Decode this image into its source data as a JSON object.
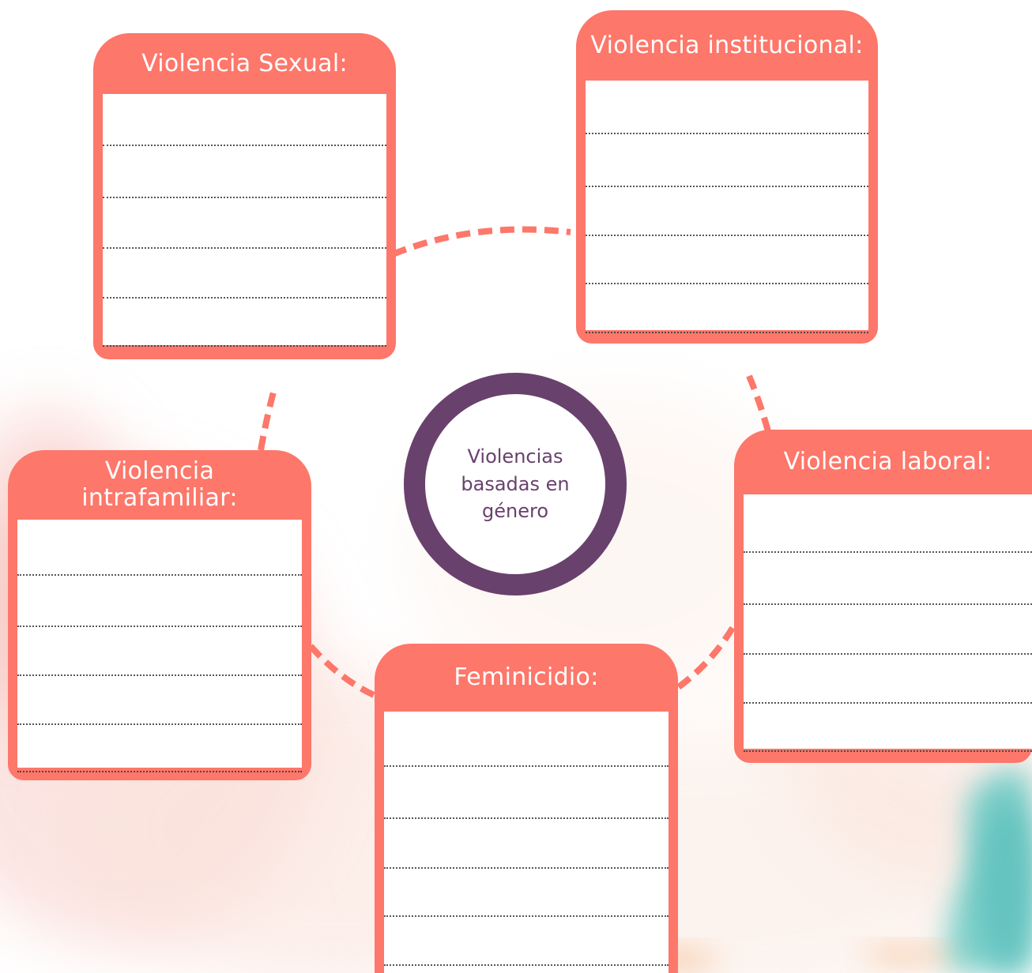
{
  "hub": {
    "label": "Violencias basadas en género"
  },
  "cards": {
    "sexual": {
      "title": "Violencia Sexual:"
    },
    "institucional": {
      "title": "Violencia institucional:"
    },
    "intrafamiliar": {
      "title": "Violencia intrafamiliar:"
    },
    "laboral": {
      "title": "Violencia laboral:"
    },
    "feminicidio": {
      "title": "Feminicidio:"
    }
  },
  "colors": {
    "card": "#fd776a",
    "hub_ring": "#69416d",
    "hub_text": "#69416d",
    "dotted_line": "#3a3a3a",
    "connector": "#fd776a"
  }
}
